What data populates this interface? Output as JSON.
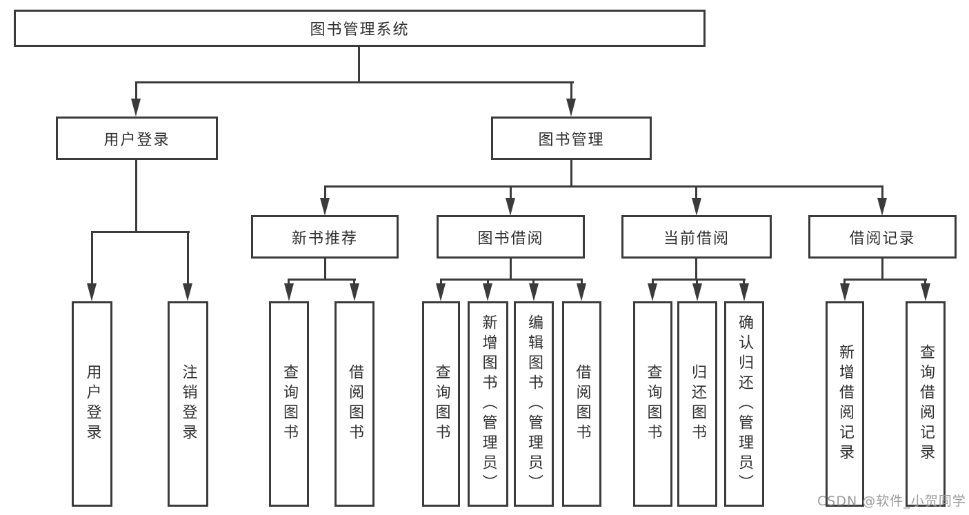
{
  "diagram": {
    "watermark": "CSDN @软件_小贺同学",
    "colors": {
      "line": "#3b3b3b",
      "text": "#2e2e2e",
      "box_fill": "#ffffff",
      "watermark": "#9b9b9b"
    },
    "tree": {
      "label": "图书管理系统",
      "children": [
        {
          "label": "用户登录",
          "children": [
            {
              "label": "用户登录"
            },
            {
              "label": "注销登录"
            }
          ]
        },
        {
          "label": "图书管理",
          "children": [
            {
              "label": "新书推荐",
              "children": [
                {
                  "label": "查询图书"
                },
                {
                  "label": "借阅图书"
                }
              ]
            },
            {
              "label": "图书借阅",
              "children": [
                {
                  "label": "查询图书"
                },
                {
                  "label": "新增图书（管理员）"
                },
                {
                  "label": "编辑图书（管理员）"
                },
                {
                  "label": "借阅图书"
                }
              ]
            },
            {
              "label": "当前借阅",
              "children": [
                {
                  "label": "查询图书"
                },
                {
                  "label": "归还图书"
                },
                {
                  "label": "确认归还（管理员）"
                }
              ]
            },
            {
              "label": "借阅记录",
              "children": [
                {
                  "label": "新增借阅记录"
                },
                {
                  "label": "查询借阅记录"
                }
              ]
            }
          ]
        }
      ]
    }
  }
}
